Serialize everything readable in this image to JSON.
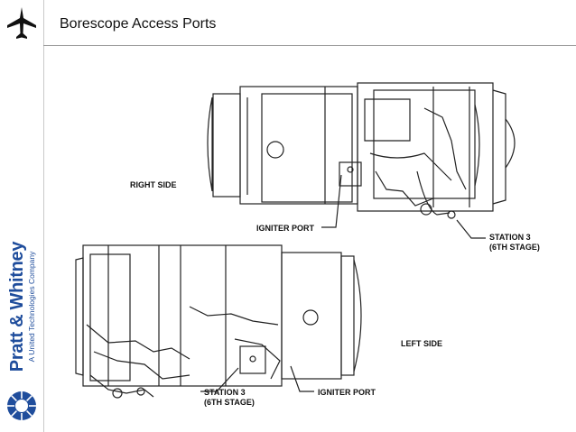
{
  "slide": {
    "title": "Borescope Access Ports"
  },
  "brand": {
    "name": "Pratt & Whitney",
    "tagline": "A United Technologies Company"
  },
  "figure": {
    "right_side": "RIGHT SIDE",
    "left_side": "LEFT SIDE",
    "igniter_port_top": "IGNITER PORT",
    "igniter_port_bottom": "IGNITER PORT",
    "station_top_line1": "STATION 3",
    "station_top_line2": "(6TH STAGE)",
    "station_bottom_line1": "STATION 3",
    "station_bottom_line2": "(6TH STAGE)"
  }
}
